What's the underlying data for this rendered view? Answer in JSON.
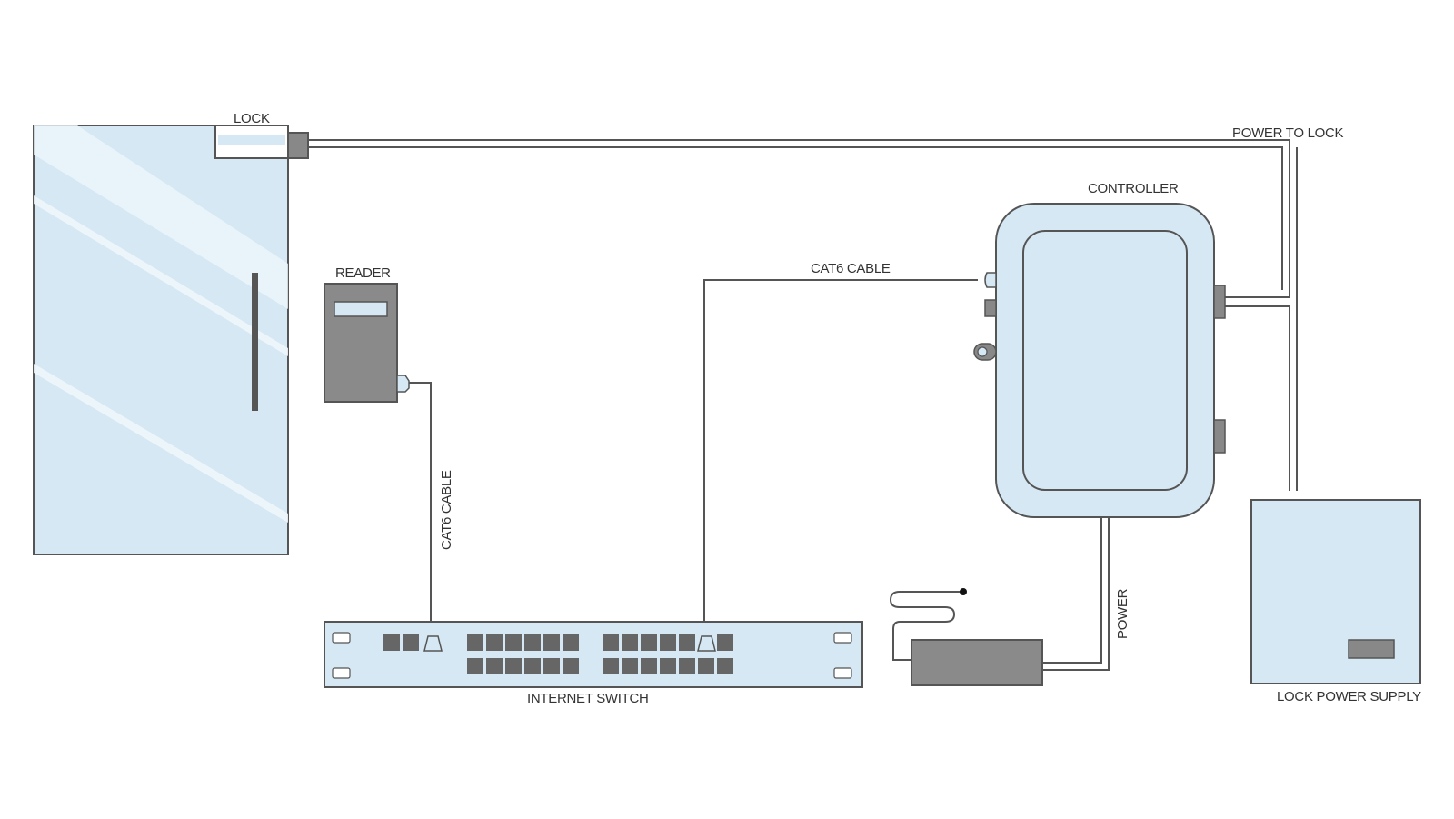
{
  "labels": {
    "lock": "LOCK",
    "reader": "READER",
    "cat6_cable_reader": "CAT6 CABLE",
    "cat6_cable_controller": "CAT6 CABLE",
    "controller": "CONTROLLER",
    "power_to_lock": "POWER TO LOCK",
    "power": "POWER",
    "internet_switch": "INTERNET SWITCH",
    "lock_power_supply": "LOCK POWER SUPPLY"
  },
  "colors": {
    "device_fill": "#d6e8f4",
    "device_gray": "#8a8a8a",
    "outline": "#555555",
    "port": "#666666"
  },
  "icons": {
    "door": "glass-door-icon",
    "lock": "electric-lock-icon",
    "reader": "card-reader-icon",
    "switch": "network-switch-icon",
    "controller": "access-controller-icon",
    "adapter": "power-adapter-icon",
    "psu": "lock-power-supply-icon"
  }
}
